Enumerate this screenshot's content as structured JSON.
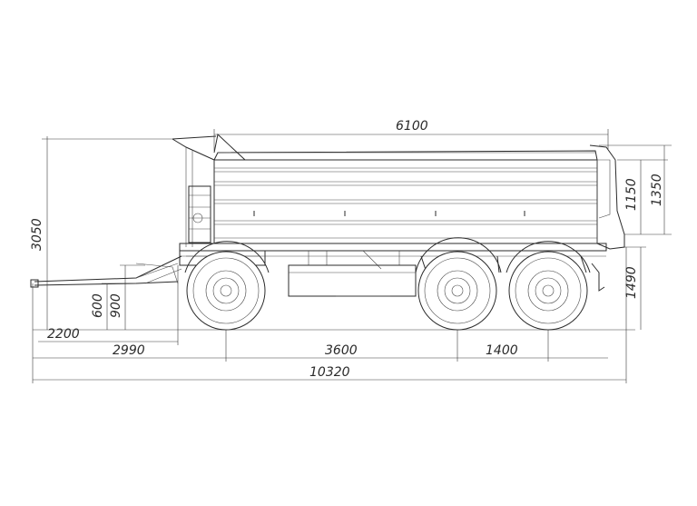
{
  "drawing": {
    "subject": "",
    "dimensions": {
      "body_length": "6100",
      "overall_height": "3050",
      "side_height_1": "1150",
      "side_height_2": "1350",
      "platform_height": "1490",
      "drawbar_height_1": "600",
      "drawbar_height_2": "900",
      "drawbar_offset": "2200",
      "front_axle_offset": "2990",
      "wheelbase": "3600",
      "rear_axle_spacing": "1400",
      "overall_length": "10320"
    }
  }
}
